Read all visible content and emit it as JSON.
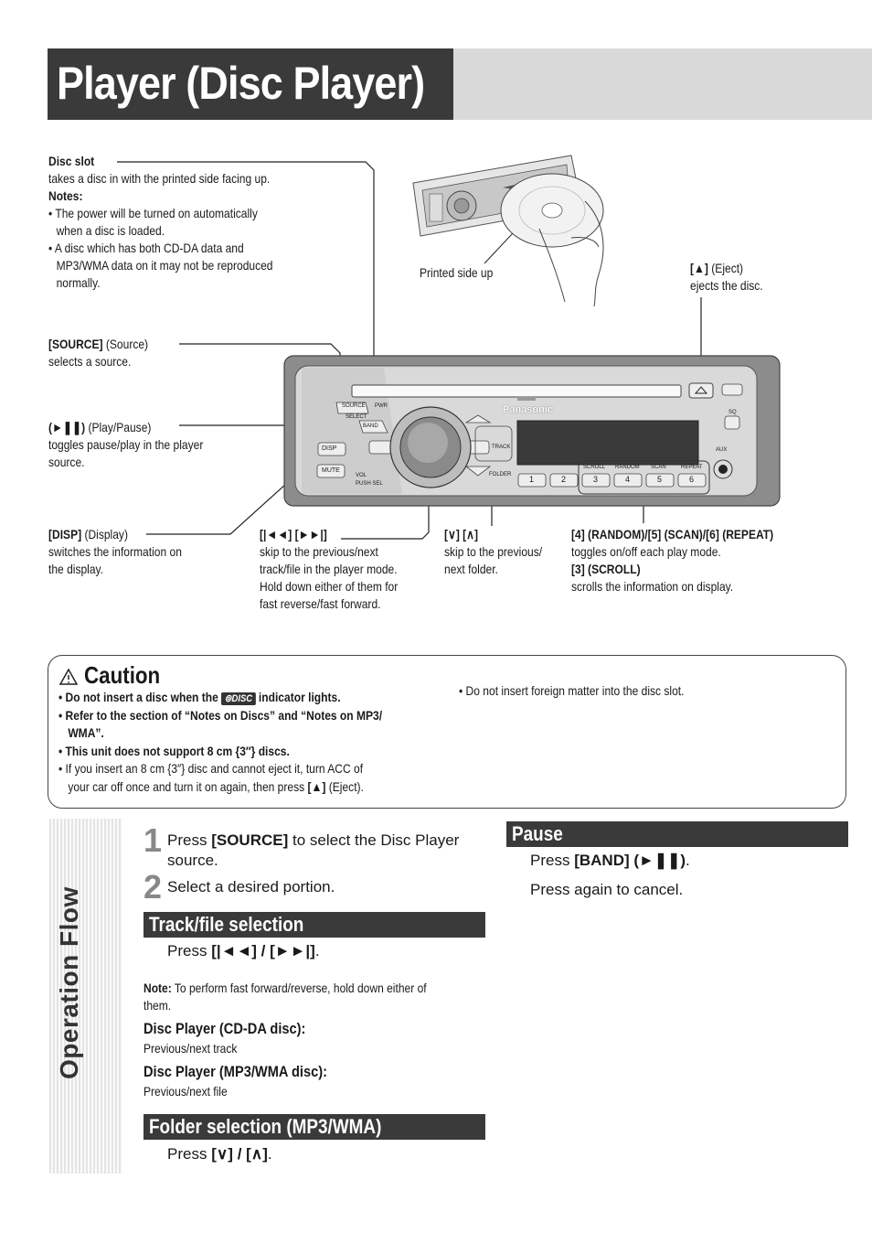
{
  "page_title": "Player (Disc Player)",
  "diagram": {
    "disc_slot_label": "Disc slot",
    "disc_slot_desc": "takes a disc in with the printed side facing up.",
    "notes_label": "Notes:",
    "note1_line1": "• The power will be turned on automatically",
    "note1_line2": "when a disc is loaded.",
    "note2_line1": "• A disc which has both CD-DA data and",
    "note2_line2": "MP3/WMA data on it may not be reproduced",
    "note2_line3": "normally.",
    "printed_side_up": "Printed side up",
    "eject_key": "[▲]",
    "eject_name": " (Eject)",
    "eject_desc": "ejects the disc.",
    "source_key": "[SOURCE]",
    "source_name": " (Source)",
    "source_desc": "selects a source.",
    "play_key": "(►❚❚)",
    "play_name": " (Play/Pause)",
    "play_desc1": "toggles pause/play in the player",
    "play_desc2": "source.",
    "disp_key": "[DISP]",
    "disp_name": " (Display)",
    "disp_desc1": "switches the information on",
    "disp_desc2": "the display.",
    "skip_key": "[|◄◄] [►►|]",
    "skip_desc1": "skip to the previous/next",
    "skip_desc2": "track/file in the player mode.",
    "skip_desc3": "Hold down either of them for",
    "skip_desc4": "fast reverse/fast forward.",
    "folder_key": "[∨] [∧]",
    "folder_desc1": "skip to the previous/",
    "folder_desc2": "next folder.",
    "mode_key": "[4] (RANDOM)/[5] (SCAN)/[6] (REPEAT)",
    "mode_desc": "toggles on/off each play mode.",
    "scroll_key": "[3] (SCROLL)",
    "scroll_desc": "scrolls the information on display.",
    "unit": {
      "brand": "Panasonic",
      "btn_source": "SOURCE",
      "btn_pwr": "PWR",
      "btn_select": "SELECT",
      "btn_band": "BAND",
      "btn_disp": "DISP",
      "btn_mute": "MUTE",
      "label_vol": "VOL",
      "label_push_sel": "PUSH SEL",
      "label_track": "TRACK",
      "label_folder": "FOLDER",
      "label_aux": "AUX",
      "label_sq": "SQ",
      "preset_labels": [
        "SCROLL",
        "RANDOM",
        "SCAN",
        "REPEAT"
      ],
      "preset_nums": [
        "1",
        "2",
        "3",
        "4",
        "5",
        "6"
      ]
    }
  },
  "caution": {
    "title": "Caution",
    "item1_a": "• Do not insert a disc when the",
    "item1_badge": "DISC",
    "item1_b": "indicator lights.",
    "item2_line1": "• Refer to the section of “Notes on Discs” and “Notes on MP3/",
    "item2_line2": "WMA”.",
    "item3": "• This unit does not support 8 cm {3″} discs.",
    "item4_line1": "• If you insert an 8 cm {3″} disc and cannot eject it, turn ACC of",
    "item4_line2_a": "your car off once and turn it on again, then press",
    "item4_key": "[▲]",
    "item4_line2_b": " (Eject).",
    "item5": "• Do not insert foreign matter into the disc slot."
  },
  "operation": {
    "side_label": "Operation Flow",
    "step1_num": "1",
    "step1_a": "Press",
    "step1_key": "[SOURCE]",
    "step1_b": " to select the Disc Player",
    "step1_c": "source.",
    "step2_num": "2",
    "step2": "Select a desired portion.",
    "track": {
      "header": "Track/file selection",
      "press": "Press",
      "keys": "[|◄◄] / [►►|]",
      "end": ".",
      "note_label": "Note:",
      "note_a": " To perform fast forward/reverse, hold down either of",
      "note_b": "them.",
      "cdda_title": "Disc Player (CD-DA disc):",
      "cdda_desc": "Previous/next track",
      "mp3_title": "Disc Player (MP3/WMA disc):",
      "mp3_desc": "Previous/next file"
    },
    "folder": {
      "header": "Folder selection (MP3/WMA)",
      "press": "Press",
      "keys": "[∨] / [∧]",
      "end": "."
    },
    "pause": {
      "header": "Pause",
      "press": "Press",
      "keys": "[BAND] (►❚❚)",
      "end": ".",
      "again": "Press again to cancel."
    }
  },
  "colors": {
    "header_bar": "#3a3a3a",
    "header_ext": "#d9d9d9",
    "text": "#1a1a1a"
  }
}
